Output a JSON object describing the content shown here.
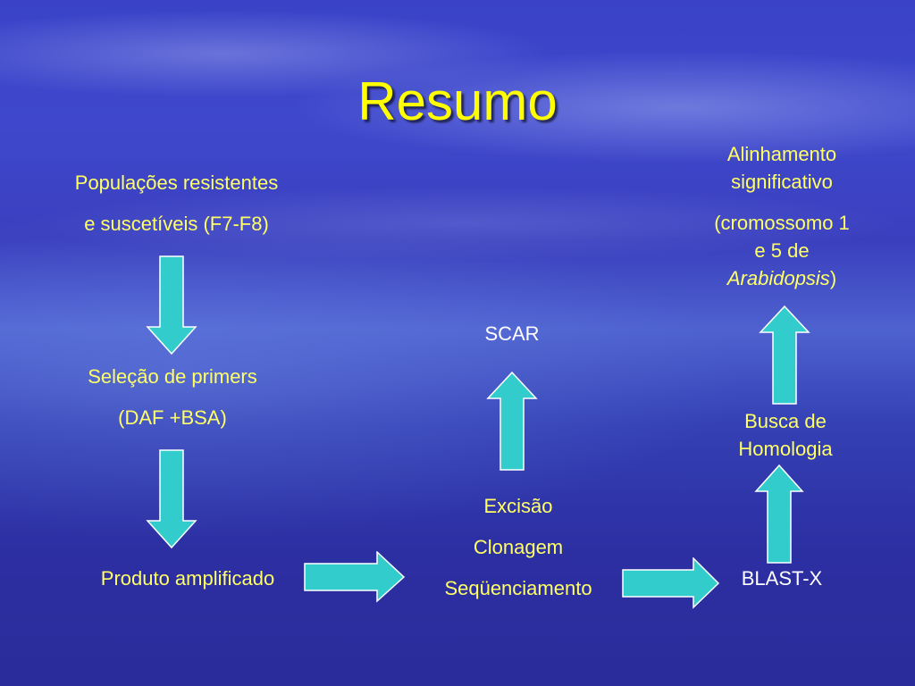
{
  "slide": {
    "title": "Resumo",
    "nodes": {
      "populacoes": [
        "Populações resistentes",
        "e suscetíveis (F7-F8)"
      ],
      "selecao": [
        "Seleção de primers",
        "(DAF +BSA)"
      ],
      "produto": [
        "Produto amplificado"
      ],
      "excisao": [
        "Excisão",
        "Clonagem",
        "Seqüenciamento"
      ],
      "scar": [
        "SCAR"
      ],
      "blast": [
        "BLAST-X"
      ],
      "busca": [
        "Busca de",
        "Homologia"
      ],
      "alinhamento": {
        "line1": "Alinhamento",
        "line2": "significativo",
        "line3": "(cromossomo 1",
        "line4": "e 5 de",
        "species": "Arabidopsis",
        "closing": ")"
      }
    },
    "colors": {
      "title": "#ffff00",
      "label_yellow": "#ffff66",
      "label_white": "#ffffff",
      "arrow_fill": "#33cccc",
      "arrow_stroke": "#ffffff",
      "background": "#3a3fbe"
    }
  }
}
